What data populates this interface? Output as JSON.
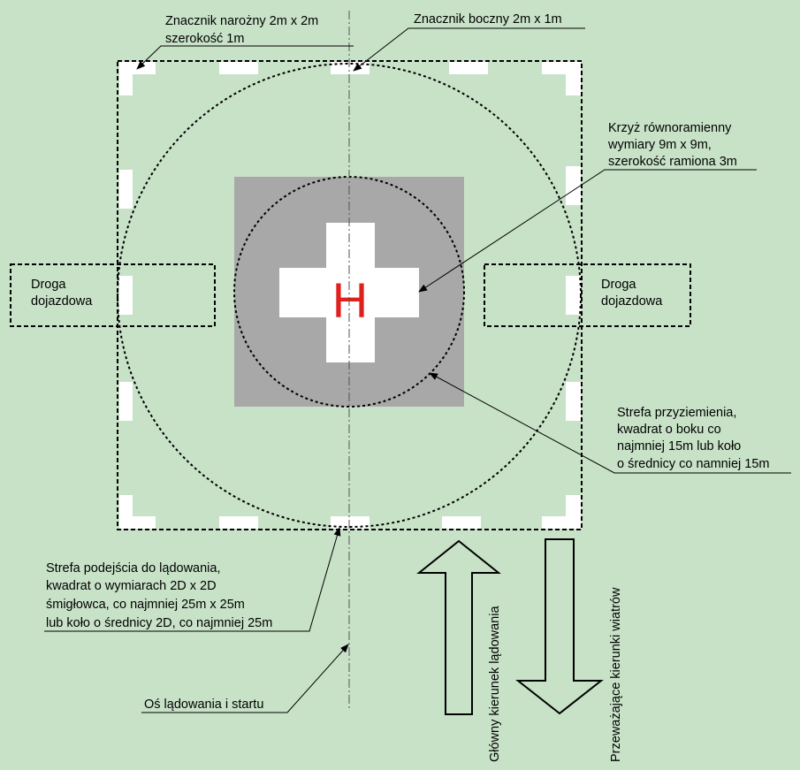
{
  "diagram": {
    "colors": {
      "background": "#c8e2c8",
      "touchdown_square": "#a8a8a8",
      "markers": "#ffffff",
      "h_letter": "#e0201c",
      "lines": "#000000"
    },
    "labels": {
      "corner_marker": [
        "Znacznik narożny 2m x 2m",
        "szerokość 1m"
      ],
      "side_marker": [
        "Znacznik boczny 2m x 1m"
      ],
      "cross": [
        "Krzyż równoramienny",
        "wymiary 9m x 9m,",
        "szerokość ramiona 3m"
      ],
      "touchdown_zone": [
        "Strefa przyziemienia,",
        "kwadrat o boku co",
        "najmniej 15m lub koło",
        "o średnicy co namniej 15m"
      ],
      "approach_zone": [
        "Strefa podejścia do lądowania,",
        "kwadrat o wymiarach 2D x 2D",
        "śmigłowca, co najmniej 25m x 25m",
        "lub koło o średnicy 2D, co najmniej 25m"
      ],
      "axis": [
        "Oś lądowania i startu"
      ],
      "access_road_left": [
        "Droga",
        "dojazdowa"
      ],
      "access_road_right": [
        "Droga",
        "dojazdowa"
      ],
      "landing_direction": "Główny kierunek lądowania",
      "wind_direction": "Przeważające kierunki wiatrów",
      "h_letter": "H"
    }
  }
}
